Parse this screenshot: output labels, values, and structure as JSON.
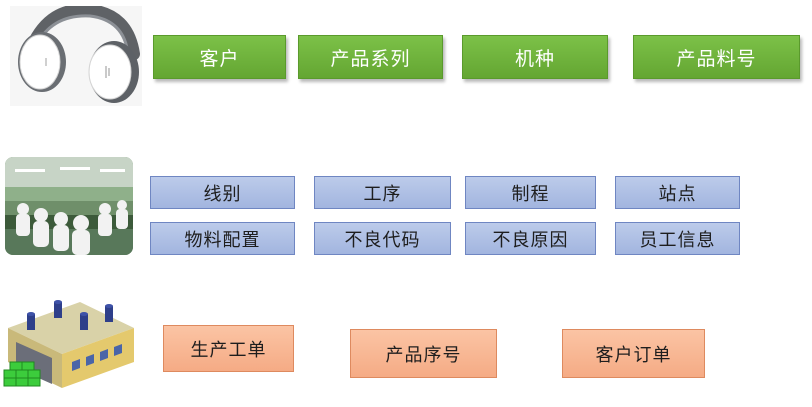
{
  "row1": {
    "boxes": [
      "客户",
      "产品系列",
      "机种",
      "产品料号"
    ],
    "color": "#70b33d"
  },
  "row2": {
    "boxes": [
      "线别",
      "工序",
      "制程",
      "站点",
      "物料配置",
      "不良代码",
      "不良原因",
      "员工信息"
    ],
    "color": "#adbfe6"
  },
  "row3": {
    "boxes": [
      "生产工单",
      "产品序号",
      "客户订单"
    ],
    "color": "#f8b999"
  },
  "icons": {
    "row1": "headphones-icon",
    "row2": "factory-workers-icon",
    "row3": "warehouse-icon"
  }
}
